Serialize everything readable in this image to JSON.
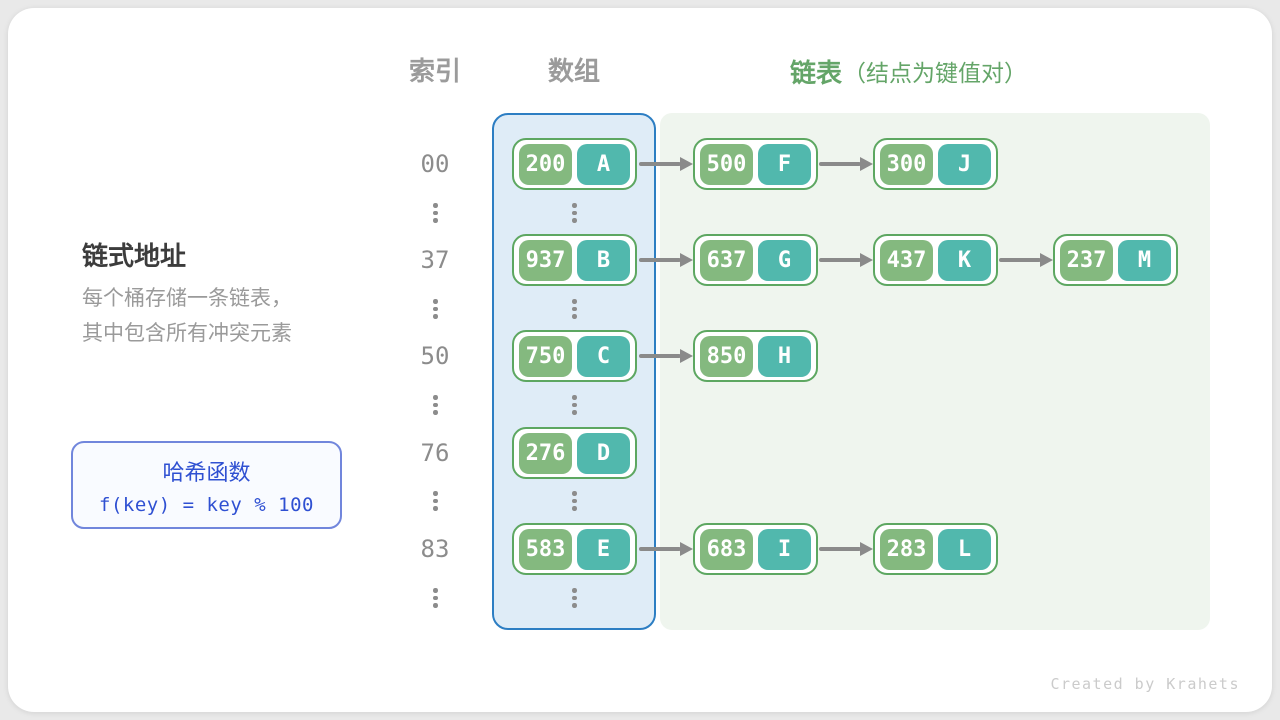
{
  "headers": {
    "index": "索引",
    "array": "数组",
    "list": "链表",
    "list_note": "（结点为键值对）"
  },
  "left_panel": {
    "title": "链式地址",
    "description_line1": "每个桶存储一条链表，",
    "description_line2": "其中包含所有冲突元素",
    "hash_box": {
      "title": "哈希函数",
      "formula": "f(key) = key % 100"
    }
  },
  "rows": [
    {
      "index": "00",
      "bucket": {
        "key": "200",
        "value": "A"
      },
      "chain": [
        {
          "key": "500",
          "value": "F"
        },
        {
          "key": "300",
          "value": "J"
        }
      ]
    },
    {
      "index": "37",
      "bucket": {
        "key": "937",
        "value": "B"
      },
      "chain": [
        {
          "key": "637",
          "value": "G"
        },
        {
          "key": "437",
          "value": "K"
        },
        {
          "key": "237",
          "value": "M"
        }
      ]
    },
    {
      "index": "50",
      "bucket": {
        "key": "750",
        "value": "C"
      },
      "chain": [
        {
          "key": "850",
          "value": "H"
        }
      ]
    },
    {
      "index": "76",
      "bucket": {
        "key": "276",
        "value": "D"
      },
      "chain": []
    },
    {
      "index": "83",
      "bucket": {
        "key": "583",
        "value": "E"
      },
      "chain": [
        {
          "key": "683",
          "value": "I"
        },
        {
          "key": "283",
          "value": "L"
        }
      ]
    }
  ],
  "icons": {
    "vertical_ellipsis": "⋮",
    "arrow_right": "→"
  },
  "colors": {
    "header_gray": "#9b9b9b",
    "header_green": "#64a568",
    "array_fill": "#dfecf7",
    "array_border": "#2d7ec3",
    "list_fill": "#eff5ee",
    "node_border": "#5da761",
    "key_fill": "#84b97f",
    "value_fill": "#51b8ad",
    "arrow_gray": "#8a8a8a",
    "hash_blue": "#2f50d2",
    "hash_border": "#7186dc"
  },
  "credit": "Created by Krahets"
}
